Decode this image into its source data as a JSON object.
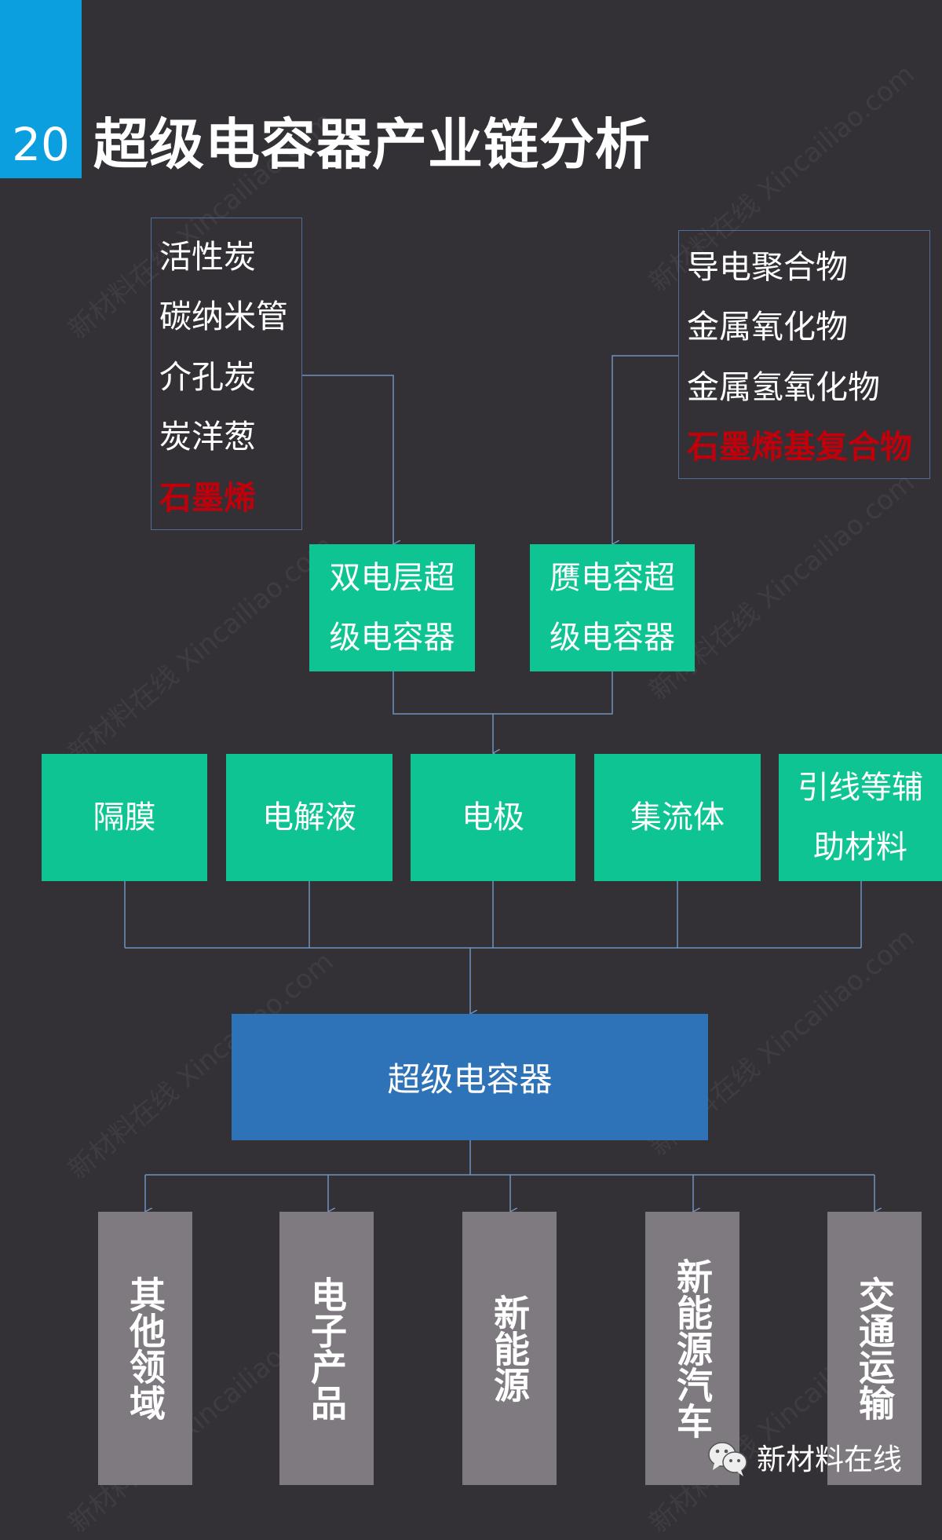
{
  "header": {
    "number": "20",
    "title": "超级电容器产业链分析"
  },
  "edlc_materials": {
    "items": [
      "活性炭",
      "碳纳米管",
      "介孔炭",
      "炭洋葱"
    ],
    "highlight": "石墨烯"
  },
  "pseudo_materials": {
    "items": [
      "导电聚合物",
      "金属氧化物",
      "金属氢氧化物"
    ],
    "highlight": "石墨烯基复合物"
  },
  "types": [
    "双电层超级电容器",
    "赝电容超级电容器"
  ],
  "components": [
    "隔膜",
    "电解液",
    "电极",
    "集流体",
    "引线等辅助材料"
  ],
  "product": "超级电容器",
  "applications": [
    "其他领域",
    "电子产品",
    "新能源",
    "新能源汽车",
    "交通运输"
  ],
  "footer": {
    "brand": "新材料在线"
  },
  "watermark": {
    "text": "新材料在线",
    "url": "Xincailiao.com"
  },
  "colors": {
    "background": "#333036",
    "accent": "#0b9fe0",
    "green": "#0fc493",
    "blue": "#2e72b8",
    "gray": "#7f7a80",
    "highlight": "#c0000a"
  }
}
